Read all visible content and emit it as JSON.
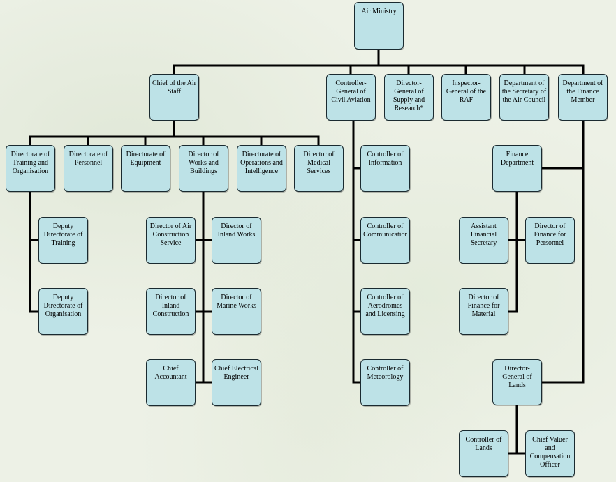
{
  "colors": {
    "box_fill": "#bde2e7",
    "line": "#000000",
    "background": "#edf1e6"
  },
  "org": {
    "air_ministry": "Air Ministry",
    "chief_air_staff": "Chief of the Air\nStaff",
    "cg_civil_aviation": "Controller-\nGeneral of\nCivil Aviation",
    "dg_supply_research": "Director-\nGeneral of\nSupply and\nResearch*",
    "ig_raf": "Inspector-\nGeneral of the\nRAF",
    "dept_secretary": "Department of\nthe Secretary of\nthe Air Council",
    "dept_finance_member": "Department of\nthe Finance\nMember",
    "dir_training_org": "Directorate of\nTraining and\nOrganisation",
    "dir_personnel": "Directorate of\nPersonnel",
    "dir_equipment": "Directorate of\nEquipment",
    "dir_works_buildings": "Director of\nWorks and\nBuildings",
    "dir_ops_intel": "Directorate of\nOperations and\nIntelligence",
    "dir_medical": "Director of\nMedical\nServices",
    "deputy_training": "Deputy\nDirectorate of\nTraining",
    "deputy_organisation": "Deputy\nDirectorate of\nOrganisation",
    "dir_air_construction": "Director of Air\nConstruction\nService",
    "dir_inland_works": "Director of\nInland Works",
    "dir_inland_construction": "Director of\nInland\nConstruction",
    "dir_marine_works": "Director of\nMarine Works",
    "chief_accountant": "Chief\nAccountant",
    "chief_electrical_engineer": "Chief Electrical\nEngineer",
    "ctrl_information": "Controller of\nInformation",
    "ctrl_communication": "Controller of\nCommunicatior",
    "ctrl_aerodromes": "Controller of\nAerodromes\nand Licensing",
    "ctrl_meteorology": "Controller of\nMeteorology",
    "finance_department": "Finance\nDepartment",
    "asst_financial_secretary": "Assistant\nFinancial\nSecretary",
    "dir_finance_personnel": "Director of\nFinance for\nPersonnel",
    "dir_finance_material": "Director of\nFinance for\nMaterial",
    "dg_lands": "Director-\nGeneral of\nLands",
    "ctrl_lands": "Controller of\nLands",
    "chief_valuer": "Chief Valuer\nand\nCompensation\nOfficer"
  }
}
